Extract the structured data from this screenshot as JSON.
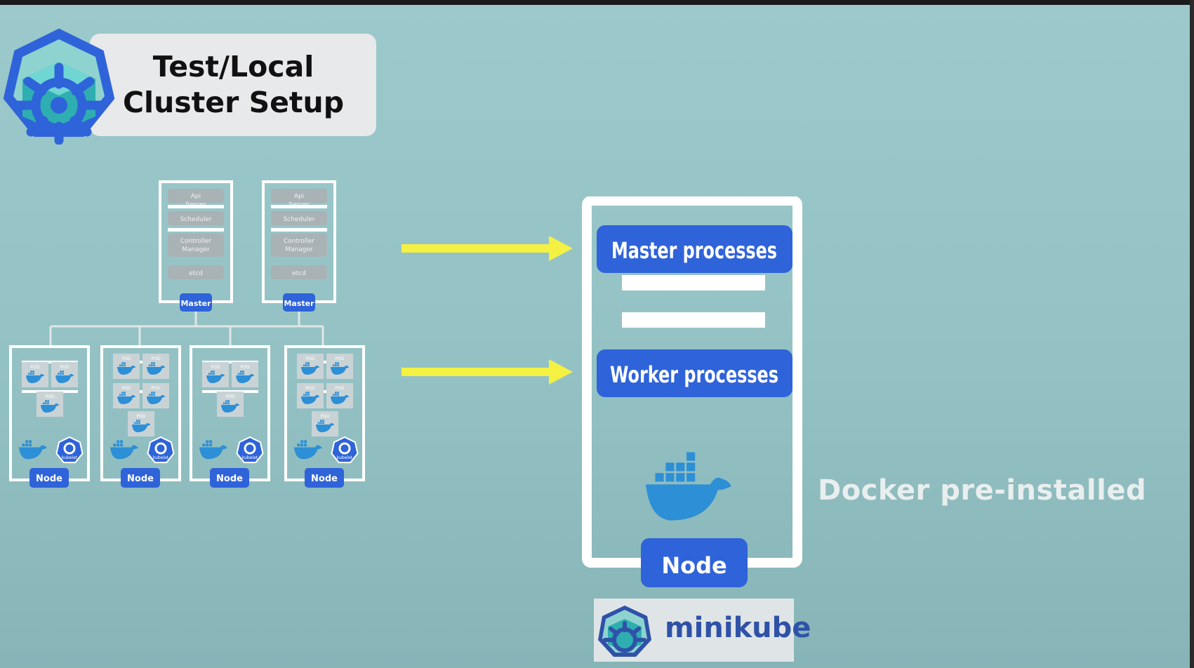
{
  "header": {
    "title_line1": "Test/Local",
    "title_line2": "Cluster Setup",
    "logo_icon": "kubernetes-logo-icon"
  },
  "cluster": {
    "masters": [
      {
        "processes": [
          "Api Server",
          "Scheduler",
          "Controller Manager",
          "etcd"
        ],
        "label": "Master"
      },
      {
        "processes": [
          "Api Server",
          "Scheduler",
          "Controller Manager",
          "etcd"
        ],
        "label": "Master"
      }
    ],
    "pod_label": "POD",
    "kubelet_label": "kubelet",
    "nodes": [
      {
        "label": "Node",
        "pods": 3
      },
      {
        "label": "Node",
        "pods": 5
      },
      {
        "label": "Node",
        "pods": 3
      },
      {
        "label": "Node",
        "pods": 5
      }
    ]
  },
  "minikube_node": {
    "master_processes": "Master processes",
    "worker_processes": "Worker processes",
    "node_label": "Node",
    "docker_note": "Docker pre-installed",
    "brand": "minikube"
  },
  "colors": {
    "background": "#96c4c6",
    "blue": "#2f63d9",
    "arrow": "#f4f142",
    "docker_blue": "#2d8fd6"
  }
}
